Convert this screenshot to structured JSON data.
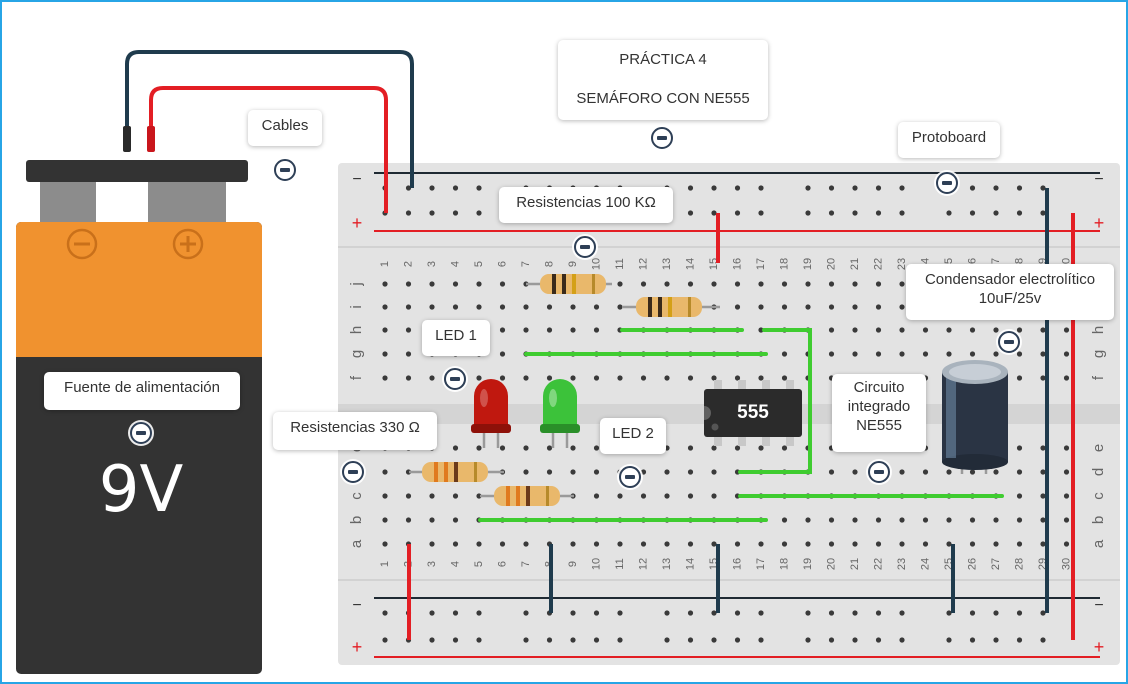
{
  "title": {
    "line1": "PRÁCTICA 4",
    "line2": "SEMÁFORO CON NE555"
  },
  "battery": {
    "voltage": "9V",
    "terminal_negative": "−",
    "terminal_positive": "+"
  },
  "callouts": {
    "cables": "Cables",
    "protoboard": "Protoboard",
    "res100k": "Resistencias 100 KΩ",
    "capacitor_line1": "Condensador electrolítico",
    "capacitor_line2": "10uF/25v",
    "led1": "LED 1",
    "led2": "LED 2",
    "power": "Fuente de alimentación",
    "res330": "Resistencias 330 Ω",
    "ic_line1": "Circuito",
    "ic_line2": "integrado",
    "ic_line3": "NE555"
  },
  "chip_label": "555",
  "breadboard": {
    "rows_top": [
      "j",
      "i",
      "h",
      "g",
      "f"
    ],
    "rows_bottom": [
      "e",
      "d",
      "c",
      "b",
      "a"
    ],
    "rail_plus": "+",
    "rail_minus": "−",
    "column_count": 30
  },
  "colors": {
    "frame": "#27a5e6",
    "rail_red": "#e31e24",
    "rail_dark": "#1f3b4d",
    "wire_green": "#3fcc30",
    "battery_orange": "#f0922f",
    "battery_dark": "#333333",
    "led_red": "#c0180f",
    "led_green": "#3cc23a",
    "chip": "#2b2b2b",
    "capacitor": "#2a3444"
  }
}
